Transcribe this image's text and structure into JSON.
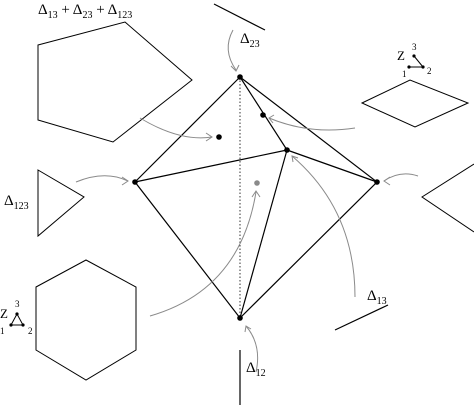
{
  "labels": {
    "delta_sum": {
      "base": "Δ",
      "parts": [
        {
          "text": "Δ",
          "sub": "13"
        },
        {
          "text": " + Δ",
          "sub": "23"
        },
        {
          "text": " + Δ",
          "sub": "123"
        }
      ]
    },
    "delta_23": {
      "base": "Δ",
      "sub": "23"
    },
    "delta_123": {
      "base": "Δ",
      "sub": "123"
    },
    "delta_13": {
      "base": "Δ",
      "sub": "13"
    },
    "delta_12": {
      "base": "Δ",
      "sub": "12"
    }
  },
  "legends": {
    "top_right": {
      "z": "Z",
      "n1": "1",
      "n2": "2",
      "n3": "3"
    },
    "bottom_left": {
      "z": "Z",
      "n1": "1",
      "n2": "2",
      "n3": "3"
    }
  }
}
